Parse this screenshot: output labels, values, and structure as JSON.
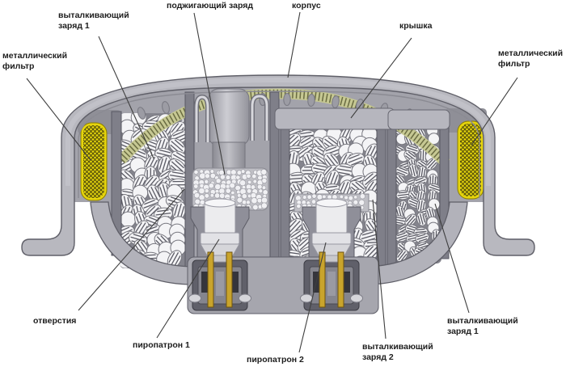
{
  "diagram_title": "airbag-gas-generator-cross-section",
  "labels": {
    "charge1_top": "выталкивающий\nзаряд 1",
    "igniter_charge": "поджигающий заряд",
    "housing": "корпус",
    "cover": "крышка",
    "metal_filter_left": "металлический\nфильтр",
    "metal_filter_right": "металлический\nфильтр",
    "holes": "отверстия",
    "squib1": "пиропатрон 1",
    "squib2": "пиропатрон 2",
    "charge2_bottom": "выталкивающий\nзаряд 2",
    "charge1_bottom": "выталкивающий\nзаряд 1"
  },
  "palette": {
    "bg": "#ffffff",
    "body": "#b8b8bf",
    "bodyEdge": "#5f5f68",
    "cavity": "#a3a3ab",
    "chamber": "#84848d",
    "wall": "#7f7f89",
    "bowl": "#b2b2ba",
    "base": "#a6a6ae",
    "pill": "#f4f4f6",
    "pillEdge": "#77777f",
    "stripe": "#5a5a64",
    "granule": "#f0f0f3",
    "granBg": "#bfbfc5",
    "filter": "#e6d50d",
    "filterHatch": "#55500a",
    "oliveBand": "#c6c893",
    "oliveDash": "#6a6c42",
    "squib": "#ececee",
    "pin": "#c9a42c",
    "pinEdge": "#6e5410",
    "block": "#60606a",
    "blockInner": "#85858e",
    "leader": "#3f3f3f",
    "label": "#1d1d1d"
  }
}
